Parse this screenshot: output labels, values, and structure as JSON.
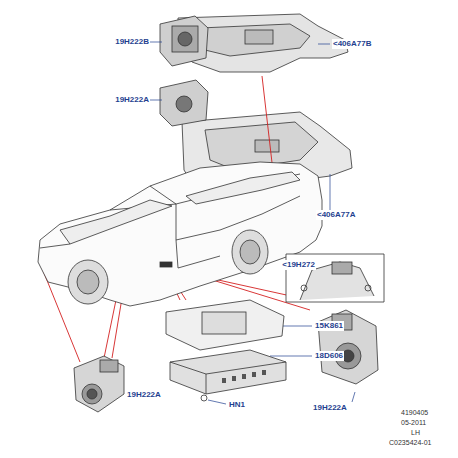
{
  "diagram": {
    "labels": [
      "19H222B",
      "<406A77B",
      "19H222A",
      "<406A77A",
      "<19H272",
      "15K861",
      "18D606",
      "HN1",
      "19H222A",
      "19H222A",
      "4190405",
      "05-2011",
      "LH",
      "C0235424-01"
    ]
  }
}
